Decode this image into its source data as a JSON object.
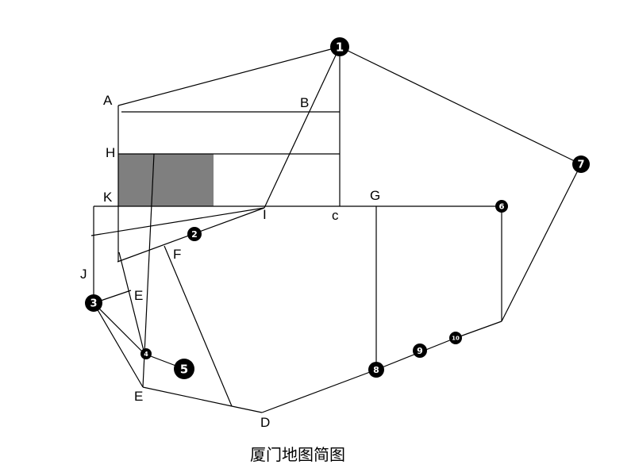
{
  "caption": "厦门地图简图",
  "colors": {
    "line": "#000000",
    "shaded_block": "#7f7f7f",
    "marker_fill": "#000000",
    "marker_text": "#ffffff"
  },
  "labels": [
    "A",
    "B",
    "H",
    "K",
    "G",
    "I",
    "c",
    "J",
    "F",
    "E",
    "E",
    "D"
  ],
  "markers": [
    "1",
    "2",
    "3",
    "4",
    "5",
    "6",
    "7",
    "8",
    "9",
    "10"
  ]
}
